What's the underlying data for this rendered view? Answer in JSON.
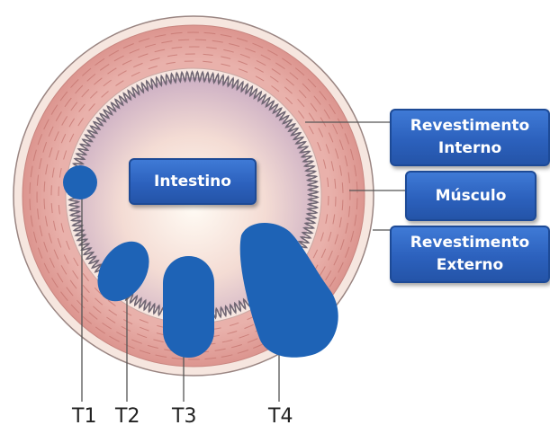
{
  "labels": {
    "intestine": "Intestino",
    "inner_lining": [
      "Revestimento",
      "Interno"
    ],
    "muscle": "Músculo",
    "outer_lining": [
      "Revestimento",
      "Externo"
    ]
  },
  "stages": [
    "T1",
    "T2",
    "T3",
    "T4"
  ],
  "colors": {
    "tumor": "#1e63b6",
    "muscle_wall": "#e7a8a3",
    "outer_rim": "#f5e4dc",
    "lumen_center": "#fffaf2",
    "lumen_edge": "#d9bcc9",
    "label_box": "#2c61bd"
  }
}
